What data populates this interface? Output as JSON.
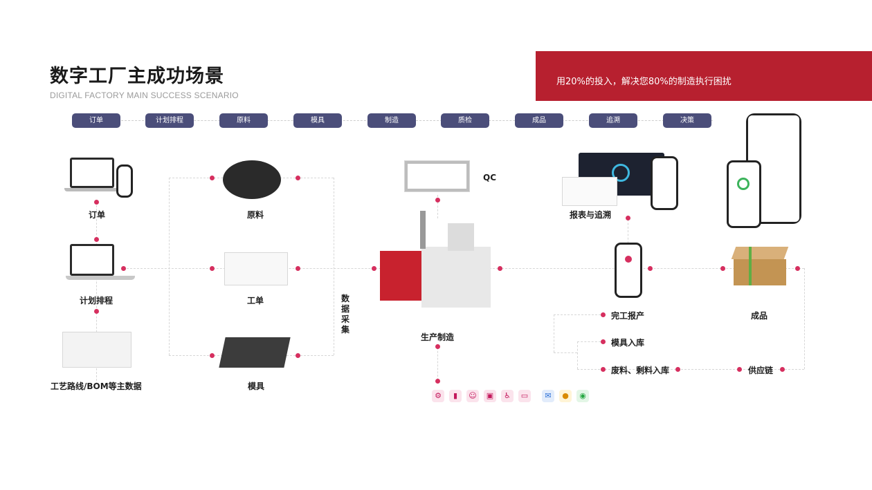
{
  "header": {
    "title": "数字工厂主成功场景",
    "subtitle": "DIGITAL FACTORY MAIN SUCCESS SCENARIO",
    "banner_text": "用20%的投入，解决您80%的制造执行困扰"
  },
  "stages": [
    "订单",
    "计划排程",
    "原料",
    "模具",
    "制造",
    "质检",
    "成品",
    "追溯",
    "决策"
  ],
  "nodes": {
    "order": "订单",
    "planning": "计划排程",
    "routing": "工艺路线/BOM等主数据",
    "material": "原料",
    "work_order": "工单",
    "mold": "模具",
    "data_collection": "数据采集",
    "qc": "QC",
    "production": "生产制造",
    "report_trace": "报表与追溯",
    "completion_report": "完工报产",
    "mold_storage": "模具入库",
    "scrap_storage": "废料、剩料入库",
    "finished_goods": "成品",
    "supply_chain": "供应链"
  },
  "icons": [
    "settings-icon",
    "bar-chart-icon",
    "people-icon",
    "briefcase-icon",
    "wheelchair-icon",
    "message-icon",
    "mail-icon",
    "traffic-light-icon",
    "wechat-icon"
  ],
  "colors": {
    "accent": "#b7202f",
    "stage_bg": "#4b4e7a",
    "connector_dot": "#d62f5f"
  }
}
